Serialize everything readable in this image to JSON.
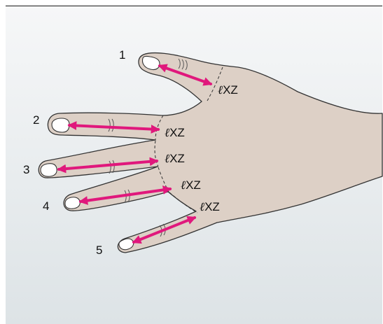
{
  "figure": {
    "finger_numbers": [
      "1",
      "2",
      "3",
      "4",
      "5"
    ],
    "measure_label": {
      "ell": "ℓ",
      "rest": "XZ"
    },
    "colors": {
      "skin": "#ddd0c6",
      "outline": "#333333",
      "nail": "#ffffff",
      "arrow": "#e0187c",
      "background_top": "#f6f7f8",
      "background_bottom": "#dde3e6"
    }
  }
}
